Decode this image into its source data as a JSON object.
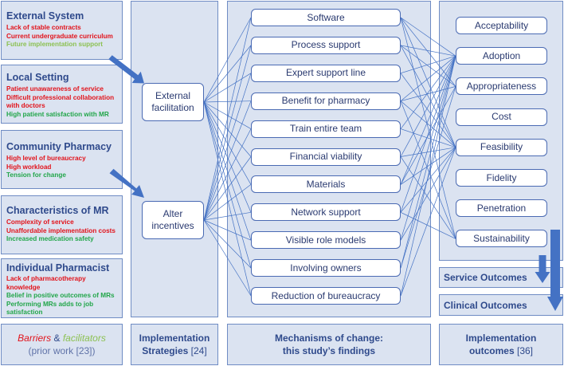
{
  "domains": [
    {
      "title": "External System",
      "lines": [
        {
          "text": "Lack of stable contracts",
          "kind": "barrier"
        },
        {
          "text": "Current undergraduate curriculum",
          "kind": "barrier"
        },
        {
          "text": "Future implementation support",
          "kind": "future"
        }
      ]
    },
    {
      "title": "Local Setting",
      "lines": [
        {
          "text": "Patient unawareness of service",
          "kind": "barrier"
        },
        {
          "text": "Difficult  professional collaboration",
          "kind": "barrier"
        },
        {
          "text": "with doctors",
          "kind": "barrier"
        },
        {
          "text": "High patient satisfaction with MR",
          "kind": "facilitator"
        }
      ]
    },
    {
      "title": "Community Pharmacy",
      "lines": [
        {
          "text": "High level of bureaucracy",
          "kind": "barrier"
        },
        {
          "text": "High workload",
          "kind": "barrier"
        },
        {
          "text": "Tension for change",
          "kind": "facilitator"
        }
      ]
    },
    {
      "title": "Characteristics of MR",
      "lines": [
        {
          "text": "Complexity of service",
          "kind": "barrier"
        },
        {
          "text": "Unaffordable implementation costs",
          "kind": "barrier"
        },
        {
          "text": "Increased medication safety",
          "kind": "facilitator"
        }
      ]
    },
    {
      "title": "Individual Pharmacist",
      "lines": [
        {
          "text": "Lack of pharmacotherapy",
          "kind": "barrier"
        },
        {
          "text": "knowledge",
          "kind": "barrier"
        },
        {
          "text": "Belief in  positive outcomes of MRs",
          "kind": "facilitator"
        },
        {
          "text": "Performing  MRs adds to job",
          "kind": "facilitator"
        },
        {
          "text": "satisfaction",
          "kind": "facilitator"
        }
      ]
    }
  ],
  "strategies": [
    "External\nfacilitation",
    "Alter\nincentives"
  ],
  "mechanisms": [
    "Software",
    "Process support",
    "Expert support line",
    "Benefit for pharmacy",
    "Train entire team",
    "Financial viability",
    "Materials",
    "Network support",
    "Visible role models",
    "Involving owners",
    "Reduction of bureaucracy"
  ],
  "outcomes": [
    "Acceptability",
    "Adoption",
    "Appropriateness",
    "Cost",
    "Feasibility",
    "Fidelity",
    "Penetration",
    "Sustainability"
  ],
  "service_outcomes": "Service Outcomes",
  "clinical_outcomes": "Clinical Outcomes",
  "footer": {
    "barriers": "Barriers",
    "amp": " & ",
    "facilitators": "facilitators",
    "prior_work": "(prior work [23])",
    "strategies_title": "Implementation",
    "strategies_sub": "Strategies",
    "strategies_ref": " [24]",
    "mechanisms_title": "Mechanisms of change:",
    "mechanisms_sub": "this study’s findings",
    "outcomes_title": "Implementation",
    "outcomes_sub": "outcomes",
    "outcomes_ref": " [36]"
  },
  "colors": {
    "barrier": "#e2131b",
    "facilitator": "#22a64a",
    "future": "#8cc152",
    "panel": "#dbe3f1",
    "border": "#6f8cc4",
    "arrow": "#4472c4"
  },
  "links": {
    "strategy_to_mechanism": [
      [
        0,
        1,
        2,
        3,
        4,
        5,
        6,
        7,
        8,
        9,
        10
      ],
      [
        0,
        1,
        2,
        3,
        4,
        5,
        6,
        7,
        8,
        9,
        10
      ]
    ],
    "mechanism_to_outcome": [
      [
        1,
        2,
        4,
        7
      ],
      [
        1,
        2,
        4
      ],
      [
        1,
        4
      ],
      [
        1,
        2,
        4,
        7
      ],
      [
        1,
        4
      ],
      [
        1,
        4,
        7
      ],
      [
        1,
        2,
        4
      ],
      [
        1,
        4,
        7
      ],
      [
        1,
        4
      ],
      [
        1,
        2
      ],
      [
        1,
        4
      ]
    ]
  },
  "icons": [
    "arrow-right-icon",
    "arrow-down-icon"
  ]
}
